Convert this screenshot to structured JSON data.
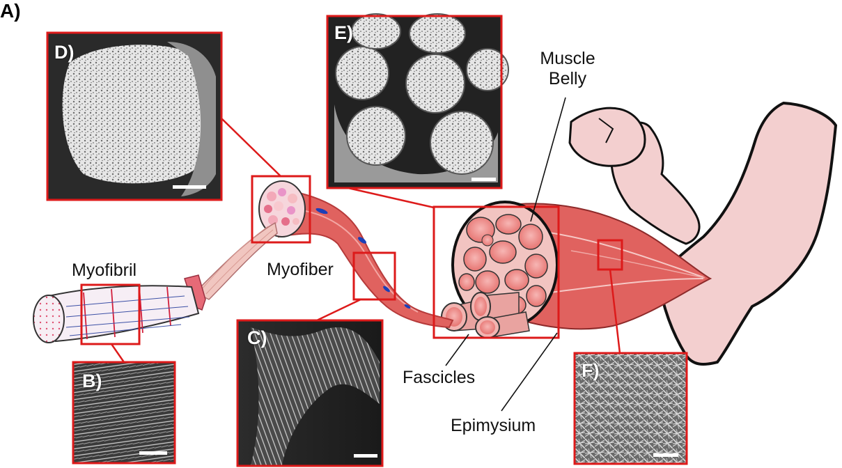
{
  "figure": {
    "label": "A)",
    "labels": {
      "myofibril": "Myofibril",
      "myofiber": "Myofiber",
      "muscle_belly_line1": "Muscle",
      "muscle_belly_line2": "Belly",
      "fascicles": "Fascicles",
      "epimysium": "Epimysium"
    },
    "panels": {
      "B": "B)",
      "C": "C)",
      "D": "D)",
      "E": "E)",
      "F": "F)"
    },
    "colors": {
      "frame": "#dd1a1a",
      "muscle": "#e0625f",
      "muscle_dark": "#b63a3a",
      "fiber_pink": "#f4b9b4",
      "skin": "#f3cfcf",
      "sem_bg": "#2a2a2a",
      "sem_light": "#cfcfcf"
    }
  }
}
